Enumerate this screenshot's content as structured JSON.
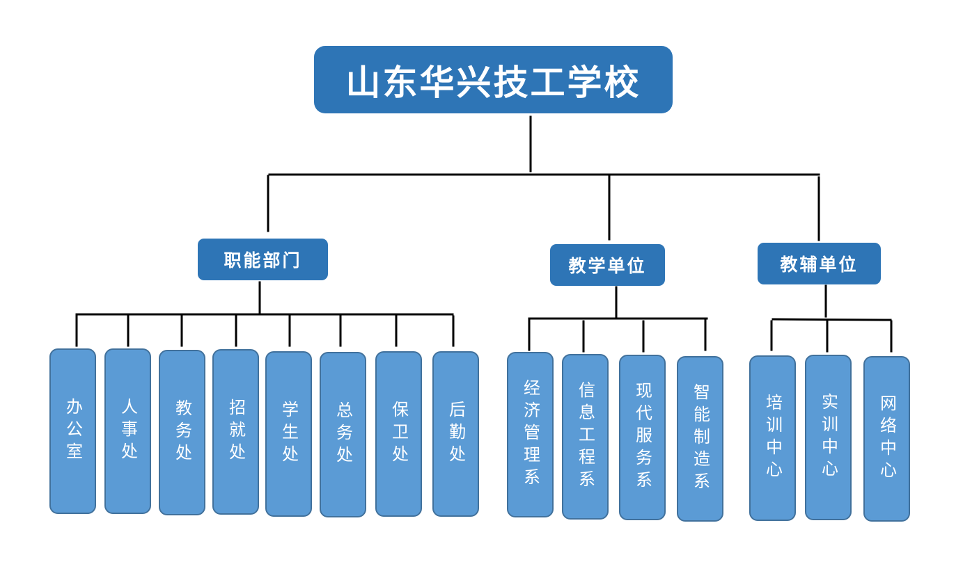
{
  "root": {
    "label": "山东华兴技工学校"
  },
  "categories": [
    {
      "label": "职能部门",
      "units": [
        "办公室",
        "人事处",
        "教务处",
        "招就处",
        "学生处",
        "总务处",
        "保卫处",
        "后勤处"
      ]
    },
    {
      "label": "教学单位",
      "units": [
        "经济管理系",
        "信息工程系",
        "现代服务系",
        "智能制造系"
      ]
    },
    {
      "label": "教辅单位",
      "units": [
        "培训中心",
        "实训中心",
        "网络中心"
      ]
    }
  ],
  "colors": {
    "root_fill": "#2e75b6",
    "category_fill": "#2e75b6",
    "unit_fill": "#5b9bd5",
    "unit_border": "#41719c",
    "text": "#ffffff",
    "connector": "#000000"
  }
}
